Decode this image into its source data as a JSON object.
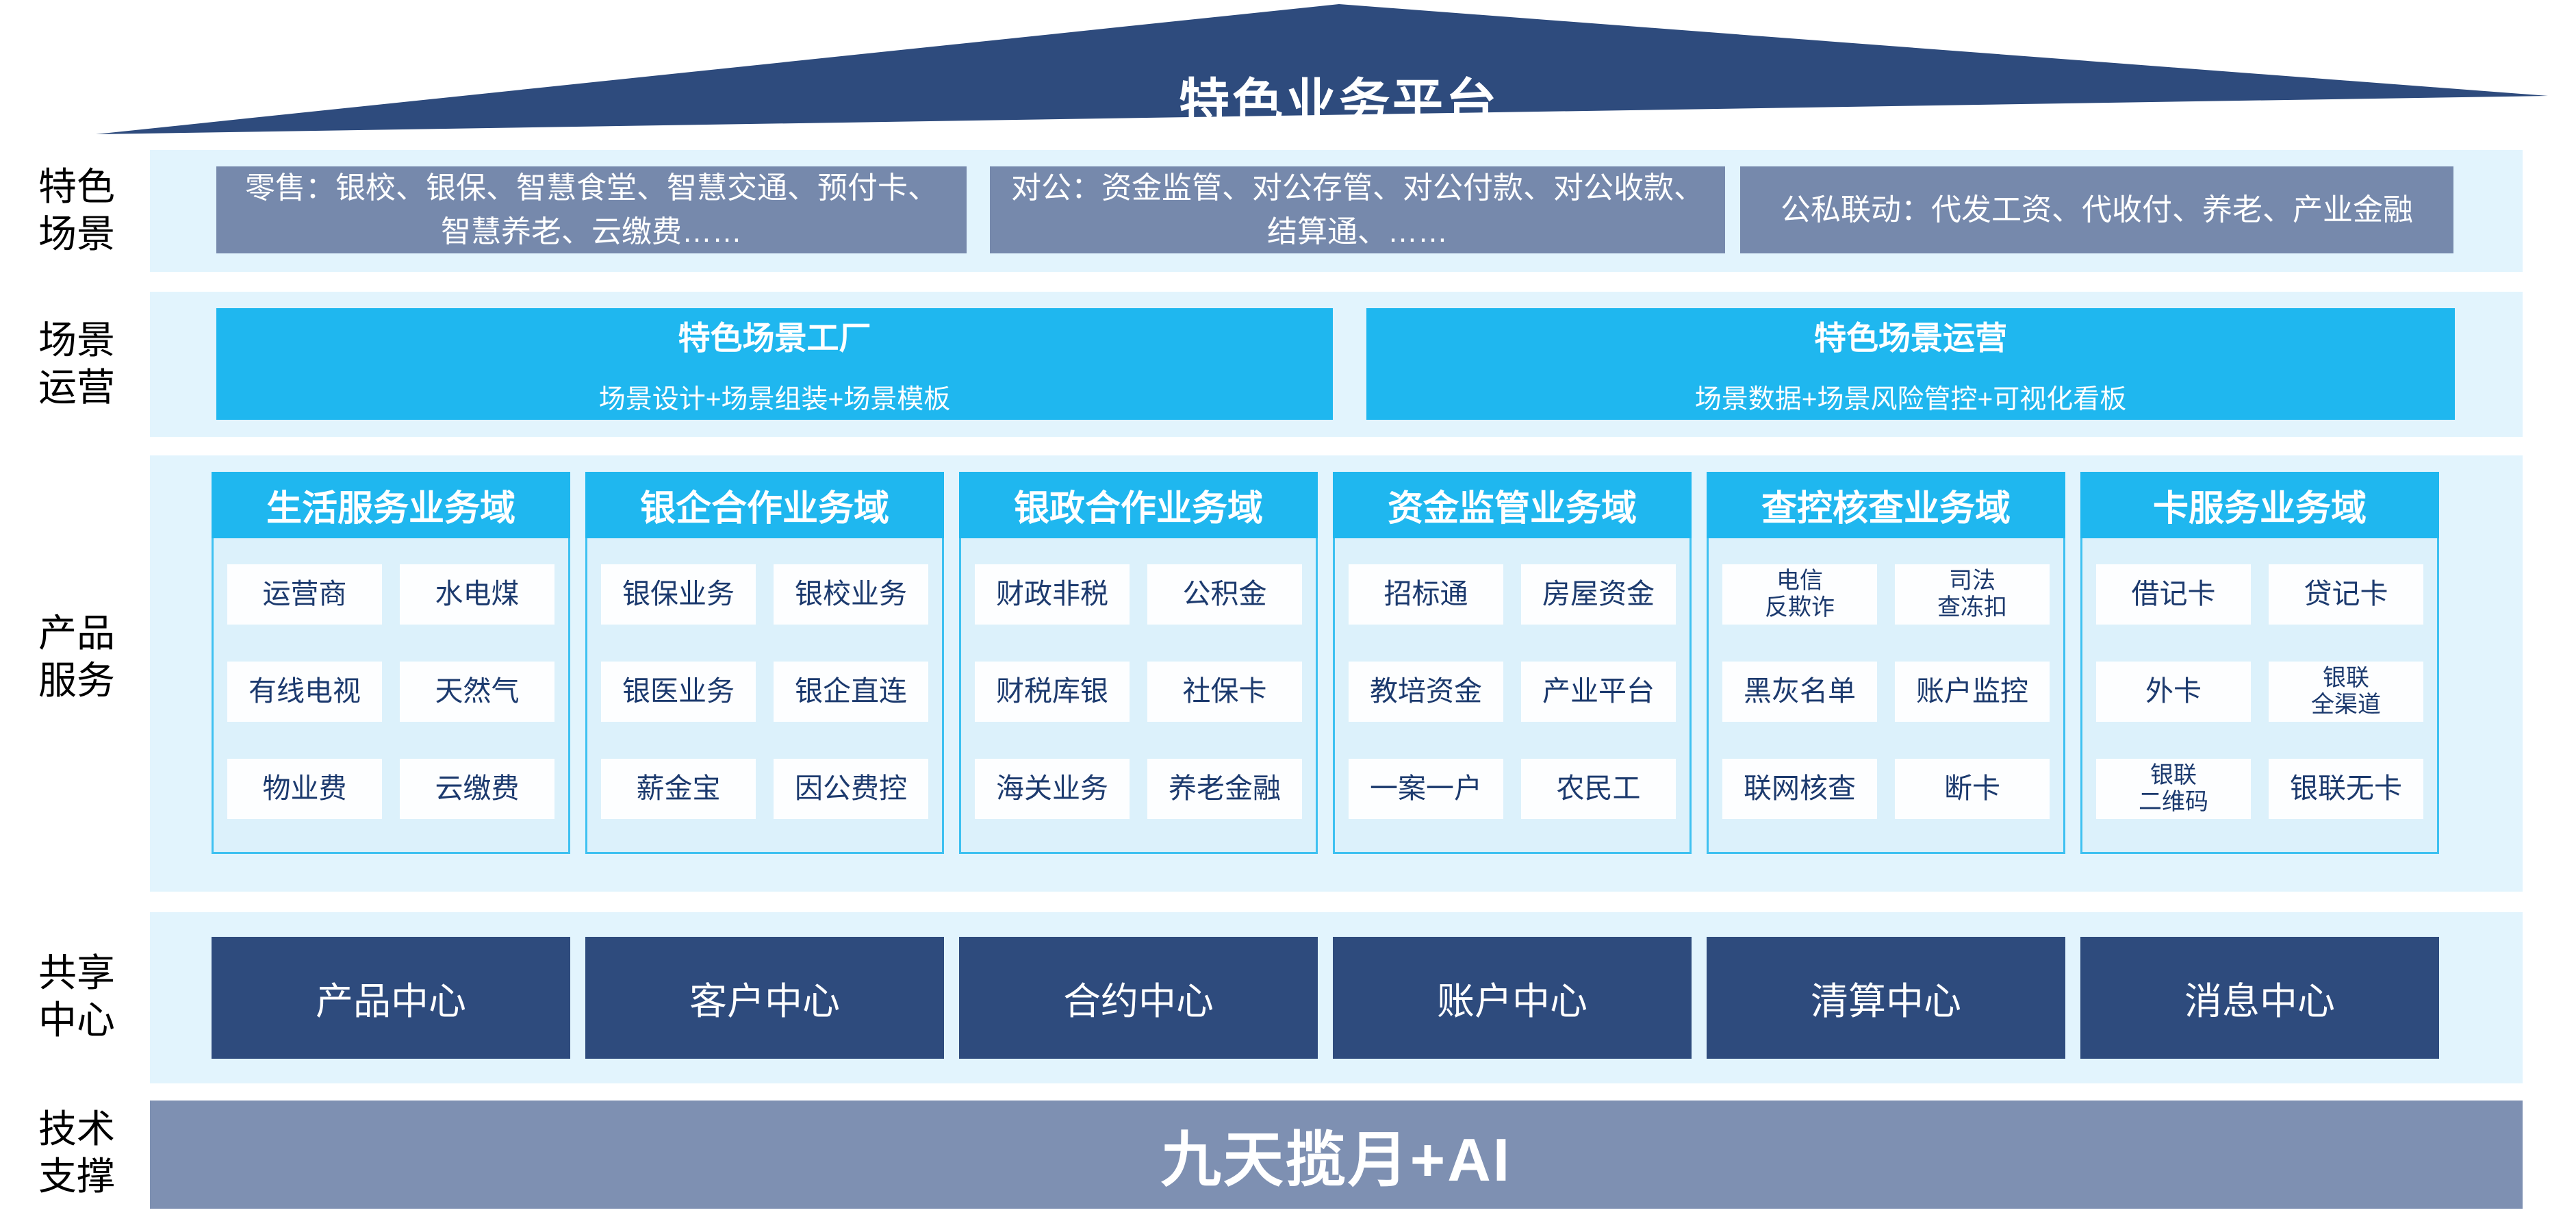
{
  "page": {
    "title": "特色业务平台"
  },
  "colors": {
    "roof_navy": "#2e4b7d",
    "band_light_blue": "#e2f4fd",
    "scene_box_gray_blue": "#7689ac",
    "accent_cyan": "#1fb7ef",
    "column_body": "#dcf1fb",
    "column_border": "#3ec1f1",
    "chip_text_navy": "#1c3a6e",
    "center_box_navy": "#2e4b7d",
    "tech_bar_gray_blue": "#7e90b2"
  },
  "side_labels": [
    {
      "label": "特色\n场景"
    },
    {
      "label": "场景\n运营"
    },
    {
      "label": "产品\n服务"
    },
    {
      "label": "共享\n中心"
    },
    {
      "label": "技术\n支撑"
    }
  ],
  "scenes": {
    "boxes": [
      {
        "text": "零售：银校、银保、智慧食堂、智慧交通、预付卡、智慧养老、云缴费……"
      },
      {
        "text": "对公：资金监管、对公存管、对公付款、对公收款、结算通、……"
      },
      {
        "text": "公私联动：代发工资、代收付、养老、产业金融"
      }
    ]
  },
  "operations": {
    "boxes": [
      {
        "title": "特色场景工厂",
        "subtitle": "场景设计+场景组装+场景模板"
      },
      {
        "title": "特色场景运营",
        "subtitle": "场景数据+场景风险管控+可视化看板"
      }
    ]
  },
  "products": {
    "columns": [
      {
        "title": "生活服务业务域",
        "items": [
          "运营商",
          "水电煤",
          "有线电视",
          "天然气",
          "物业费",
          "云缴费"
        ]
      },
      {
        "title": "银企合作业务域",
        "items": [
          "银保业务",
          "银校业务",
          "银医业务",
          "银企直连",
          "薪金宝",
          "因公费控"
        ]
      },
      {
        "title": "银政合作业务域",
        "items": [
          "财政非税",
          "公积金",
          "财税库银",
          "社保卡",
          "海关业务",
          "养老金融"
        ]
      },
      {
        "title": "资金监管业务域",
        "items": [
          "招标通",
          "房屋资金",
          "教培资金",
          "产业平台",
          "一案一户",
          "农民工"
        ]
      },
      {
        "title": "查控核查业务域",
        "items": [
          "电信\n反欺诈",
          "司法\n查冻扣",
          "黑灰名单",
          "账户监控",
          "联网核查",
          "断卡"
        ]
      },
      {
        "title": "卡服务业务域",
        "items": [
          "借记卡",
          "贷记卡",
          "外卡",
          "银联\n全渠道",
          "银联\n二维码",
          "银联无卡"
        ]
      }
    ]
  },
  "centers": [
    {
      "label": "产品中心"
    },
    {
      "label": "客户中心"
    },
    {
      "label": "合约中心"
    },
    {
      "label": "账户中心"
    },
    {
      "label": "清算中心"
    },
    {
      "label": "消息中心"
    }
  ],
  "tech": {
    "label": "九天揽月+AI"
  }
}
